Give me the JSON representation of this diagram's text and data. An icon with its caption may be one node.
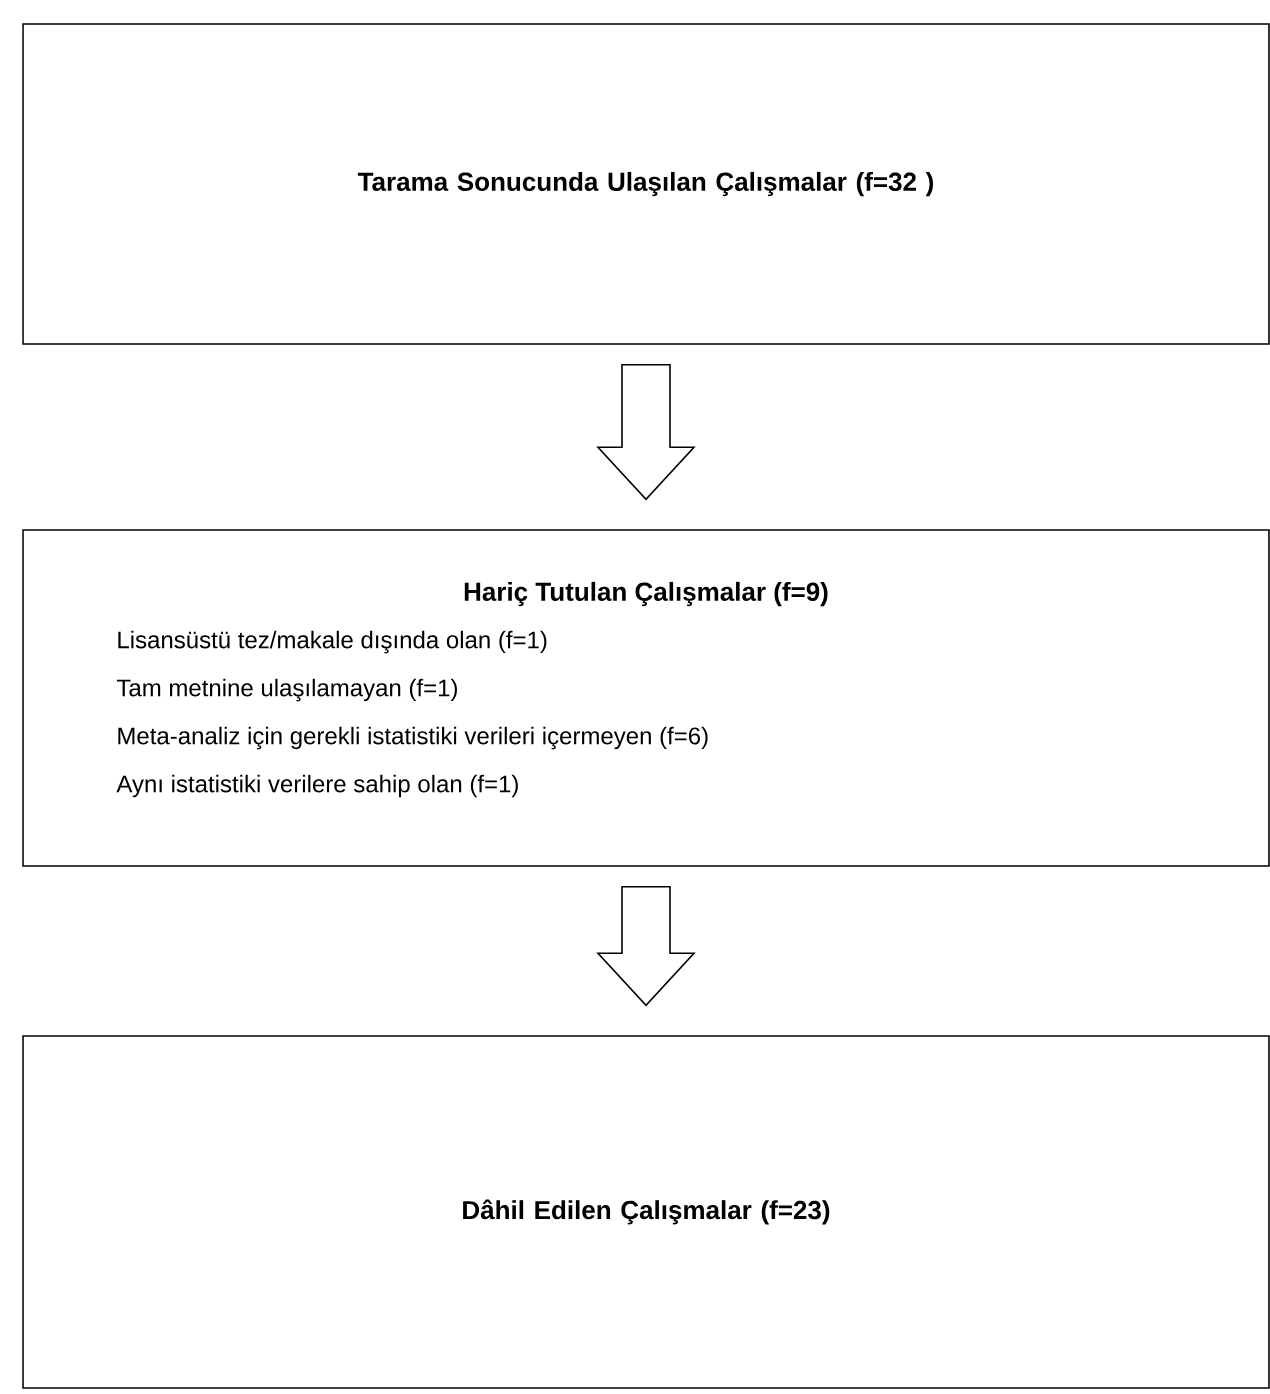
{
  "diagram": {
    "nodes": [
      {
        "text": [
          "**Tarama Sonucunda Ulaşılan Çalışmalar (f=32 )**"
        ]
      },
      {
        "text": [
          "**Hariç Tutulan Çalışmalar (f=9)**",
          "Lisansüstü tez/makale dışında olan (f=1)",
          "Tam metnine ulaşılamayan (f=1)",
          "Meta-analiz için gerekli istatistiki verileri içermeyen (f=6)",
          "Aynı istatistiki verilere sahip olan (f=1)"
        ]
      },
      {
        "text": [
          "**Dâhil Edilen Çalışmalar (f=23)**"
        ]
      }
    ],
    "edges": [
      {
        "from": 0,
        "to": 1,
        "arrow": "to"
      },
      {
        "from": 1,
        "to": 2,
        "arrow": "to"
      }
    ]
  }
}
